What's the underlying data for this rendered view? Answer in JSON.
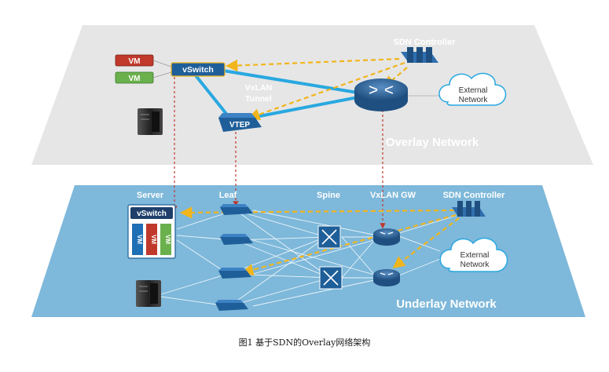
{
  "overlay": {
    "title": "Overlay Network",
    "sdn_controller": "SDN Controller",
    "external_network_line1": "External",
    "external_network_line2": "Network",
    "vm_red": "VM",
    "vm_green": "VM",
    "vswitch": "vSwitch",
    "vtep": "VTEP",
    "vxlan_line1": "VxLAN",
    "vxlan_line2": "Tunnel"
  },
  "underlay": {
    "title": "Underlay Network",
    "server": "Server",
    "leaf": "Leaf",
    "spine": "Spine",
    "vxlan_gw": "VxLAN GW",
    "sdn_controller": "SDN Controller",
    "external_network_line1": "External",
    "external_network_line2": "Network",
    "vswitch": "vSwitch",
    "vm1": "VM",
    "vm2": "VM",
    "vm3": "VM"
  },
  "caption": "图1 基于SDN的Overlay网络架构",
  "colors": {
    "overlay_plane": "#e8e8e8",
    "underlay_plane": "#7eb8da",
    "tunnel": "#29a8e0",
    "dashed_control": "#f2b51b",
    "dashed_vertical": "#c0392b",
    "vm_red": "#c0392b",
    "vm_green": "#6ab04c",
    "vm_blue": "#1f6fb5",
    "switch_blue": "#1f5f99"
  },
  "icons": [
    "server-icon",
    "router-icon",
    "switch-icon",
    "cloud-icon",
    "controller-icon"
  ]
}
